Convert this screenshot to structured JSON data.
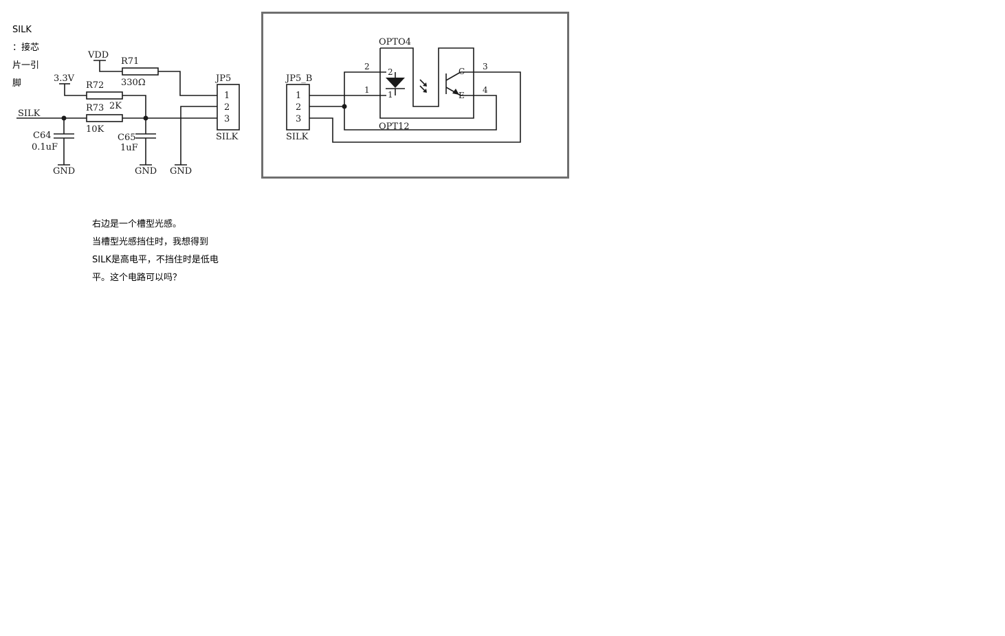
{
  "side_note": {
    "lines": [
      "SILK",
      "：接芯",
      "片一引",
      "脚"
    ]
  },
  "question": {
    "lines": [
      "右边是一个槽型光感。",
      "当槽型光感挡住时，我想得到",
      "SILK是高电平，不挡住时是低电",
      "平。这个电路可以吗？"
    ]
  },
  "left_circuit": {
    "vdd": "VDD",
    "v33": "3.3V",
    "r71": "R71",
    "r71_value": "330Ω",
    "r72": "R72",
    "r72_value": "2K",
    "r73": "R73",
    "r73_value": "10K",
    "silk_net": "SILK",
    "c64": "C64",
    "c64_value": "0.1uF",
    "c65": "C65",
    "c65_value": "1uF",
    "gnd": "GND",
    "jp5": "JP5",
    "jp5_sub": "SILK",
    "pins": [
      "1",
      "2",
      "3"
    ]
  },
  "right_circuit": {
    "jp5b": "JP5_B",
    "jp5b_sub": "SILK",
    "pins": [
      "1",
      "2",
      "3"
    ],
    "opto4": "OPTO4",
    "opt12": "OPT12",
    "wire_nums": [
      "2",
      "1",
      "3",
      "4"
    ],
    "diode_pins": [
      "2",
      "1"
    ],
    "transistor_pins": [
      "C",
      "E"
    ]
  }
}
